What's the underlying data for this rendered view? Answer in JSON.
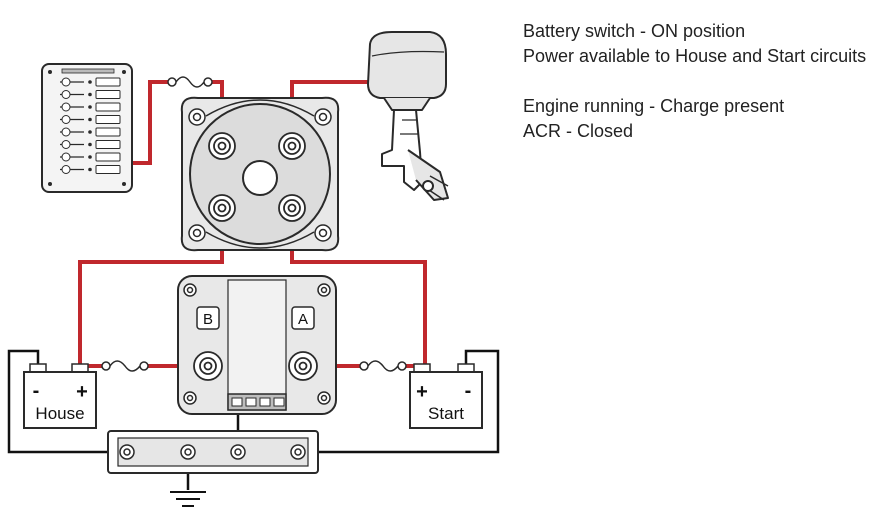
{
  "status": {
    "line1": "Battery switch - ON position",
    "line2": "Power available to House and Start circuits",
    "line3": "Engine running - Charge present",
    "line4": "ACR - Closed"
  },
  "batteries": {
    "house": {
      "label": "House",
      "minus": "-",
      "plus": "+"
    },
    "start": {
      "label": "Start",
      "minus": "-",
      "plus": "+"
    }
  },
  "acr": {
    "terminal_b": "B",
    "terminal_a": "A"
  },
  "colors": {
    "positive_wire": "#c0282d",
    "negative_wire": "#111111",
    "outline": "#2a2a2a",
    "fill_light": "#e6e6e6"
  }
}
